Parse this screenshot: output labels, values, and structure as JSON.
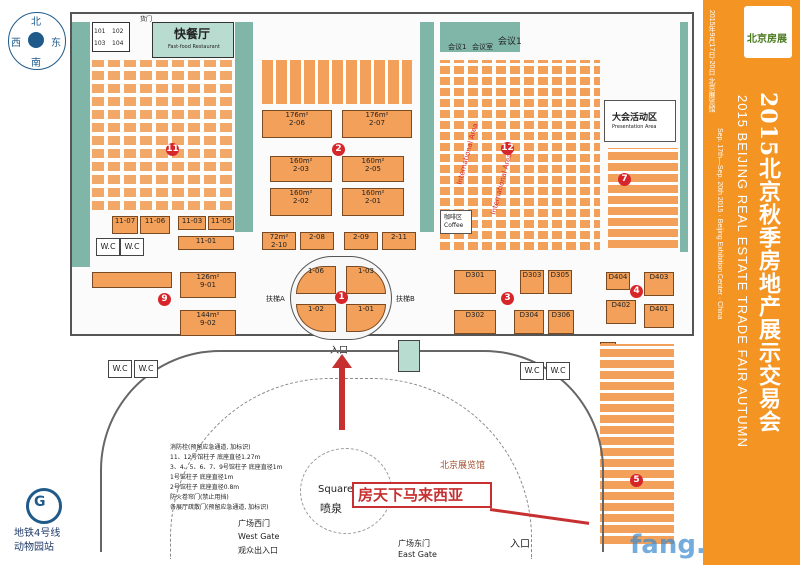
{
  "map": {
    "compass": {
      "north": "北",
      "south": "南",
      "east": "东",
      "west": "西"
    },
    "fast_food": {
      "cn": "快餐厅",
      "en": "Fast-food Restaurant"
    },
    "rooms_top_left": [
      "101",
      "102",
      "103",
      "104"
    ],
    "gate_top": "货门",
    "meeting_rooms": [
      "会议1",
      "会议室",
      "会议1"
    ],
    "activity_area": {
      "cn": "大会活动区",
      "en": "Presentation Area"
    },
    "coffee": {
      "cn": "咖啡区",
      "en": "Coffee"
    },
    "halls": [
      {
        "num": "1",
        "label": "1"
      },
      {
        "num": "2",
        "label": "2"
      },
      {
        "num": "3",
        "label": "3"
      },
      {
        "num": "4",
        "label": "4"
      },
      {
        "num": "5",
        "label": "5"
      },
      {
        "num": "7",
        "label": "7"
      },
      {
        "num": "9",
        "label": "9"
      },
      {
        "num": "11",
        "label": "11"
      },
      {
        "num": "12",
        "label": "12"
      }
    ],
    "booths_hall2": [
      {
        "area": "176m²",
        "code": "2-06"
      },
      {
        "area": "176m²",
        "code": "2-07"
      },
      {
        "area": "160m²",
        "code": "2-03"
      },
      {
        "area": "160m²",
        "code": "2-05"
      },
      {
        "area": "160m²",
        "code": "2-02"
      },
      {
        "area": "160m²",
        "code": "2-01"
      },
      {
        "area": "72m²",
        "code": "2-10"
      },
      {
        "area": "",
        "code": "2-08"
      },
      {
        "area": "",
        "code": "2-09"
      },
      {
        "area": "",
        "code": "2-11"
      }
    ],
    "booths_hall1": [
      "1-06",
      "1-03",
      "1-02",
      "1-01"
    ],
    "booths_hall11": [
      "11-07",
      "11-06",
      "11-03",
      "11-05",
      "11-01"
    ],
    "booths_hall9": [
      {
        "area": "126m²",
        "code": "9-01"
      },
      {
        "area": "144m²",
        "code": "9-02"
      }
    ],
    "booths_hall3": [
      "D301",
      "D303",
      "D305",
      "D302",
      "D304",
      "D306"
    ],
    "booths_hall4": [
      "D404",
      "D403",
      "D402",
      "D401"
    ],
    "escalators": {
      "a": "扶梯A",
      "b": "扶梯B"
    },
    "entrance": "入口",
    "wc": "W.C",
    "international_area": "International Area",
    "fountain": {
      "en": "Square",
      "cn": "喷泉"
    },
    "sign_red": "房天下马来西亚",
    "brand": "北京展览馆",
    "west_gate": {
      "cn": "广场西门",
      "en": "West Gate",
      "sub": "观众出入口"
    },
    "east_gate": {
      "cn": "广场东门",
      "en": "East Gate"
    },
    "entrance_right": "入口",
    "metro": {
      "line1": "地铁4号线",
      "line2": "动物园站"
    },
    "legend": [
      "消防栓(预留应急通道, 加标识)",
      "11、12号馆柱子  底座直径1.27m",
      "3、4、5、6、7、9号馆柱子 底座直径1m",
      "1号馆柱子  底座直径1m",
      "2号馆柱子  底座直径0.8m",
      "防火卷帘门(禁止用挡)",
      "各展厅疏散门(预留应急通道, 加标识)"
    ],
    "watermark": "fang.com"
  },
  "sidebar": {
    "title": "2015北京秋季房地产展示交易会",
    "subtitle": "2015 BEIJING REAL ESTATE TRADE FAIR AUTUMN",
    "date": "2015年9月17日-20日  北京展览馆",
    "venue": "Sep. 17th—Sep. 20th 2015 · Beijing Exhibition Center · China",
    "logo_text": "北京房展"
  },
  "colors": {
    "accent": "#f39423",
    "booth": "#f2a05a",
    "hall_marker": "#d7262a",
    "teal": "#7fb6a8"
  }
}
